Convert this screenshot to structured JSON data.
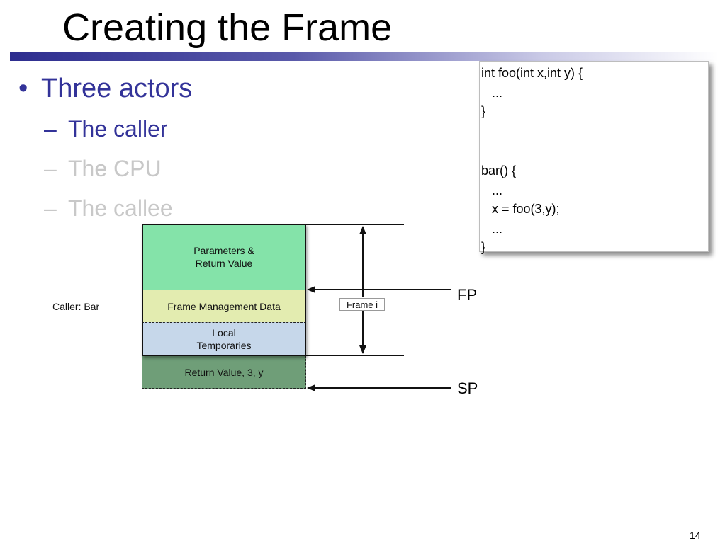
{
  "slide": {
    "title": "Creating the Frame",
    "page_number": "14"
  },
  "bullets": {
    "main": "Three actors",
    "bullet_glyph": "•",
    "dash_glyph": "–",
    "items": [
      {
        "label": "The caller",
        "state": "active"
      },
      {
        "label": "The CPU",
        "state": "dim"
      },
      {
        "label": "The callee",
        "state": "dim"
      }
    ]
  },
  "code": {
    "lines": [
      "int foo(int x,int y) {",
      "   ...",
      "}",
      "",
      "",
      "bar() {",
      "   ...",
      "   x = foo(3,y);",
      "   ...",
      "}"
    ]
  },
  "diagram": {
    "caller_label": "Caller: Bar",
    "blocks": [
      {
        "label": "Parameters &\nReturn Value",
        "color": "#84e3a9"
      },
      {
        "label": "Frame Management Data",
        "color": "#e3ecb0"
      },
      {
        "label": "Local\nTemporaries",
        "color": "#c6d7ea"
      },
      {
        "label": "Return Value, 3, y",
        "color": "#6f9e78"
      }
    ],
    "frame_label": "Frame i",
    "fp_label": "FP",
    "sp_label": "SP"
  },
  "colors": {
    "accent": "#333399",
    "dim_text": "#c8c8c8"
  }
}
